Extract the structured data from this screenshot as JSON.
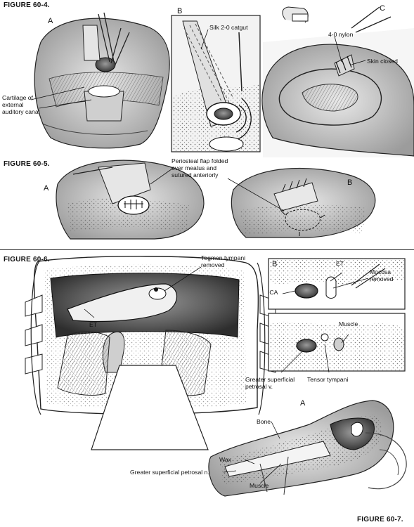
{
  "figures": {
    "fig4": {
      "title": "FIGURE 60-4.",
      "panels": [
        "A",
        "B",
        "C"
      ]
    },
    "fig5": {
      "title": "FIGURE 60-5.",
      "panels": [
        "A",
        "B"
      ]
    },
    "fig6": {
      "title": "FIGURE 60-6.",
      "panels": [
        "B"
      ]
    },
    "fig7": {
      "title": "FIGURE 60-7.",
      "panels": [
        "A"
      ]
    }
  },
  "labels": {
    "cartilage": "Cartilage of\nexternal\nauditory canal",
    "silk": "Silk 2-0 catgut",
    "nylon": "4-0 nylon",
    "skin_closed": "Skin closed",
    "periosteal": "Periosteal flap folded\nover meatus and\nsutured anteriorly",
    "tegmen": "Tegmen tympani\nremoved",
    "et_left": "ET",
    "et_right": "ET",
    "mucosa": "Mucosa\nremoved",
    "ica": "ICA",
    "muscle_6b": "Muscle",
    "gsp_v": "Greater superficial\npetrosal v.",
    "tensor": "Tensor tympani",
    "bone": "Bone",
    "wax": "Wax",
    "gsp_n": "Greater superficial petrosal n.",
    "muscle_7": "Muscle"
  },
  "colors": {
    "ink": "#1a1a1a",
    "shade": "#8a8a8a",
    "dark_shade": "#4a4a4a",
    "paper": "#ffffff"
  }
}
